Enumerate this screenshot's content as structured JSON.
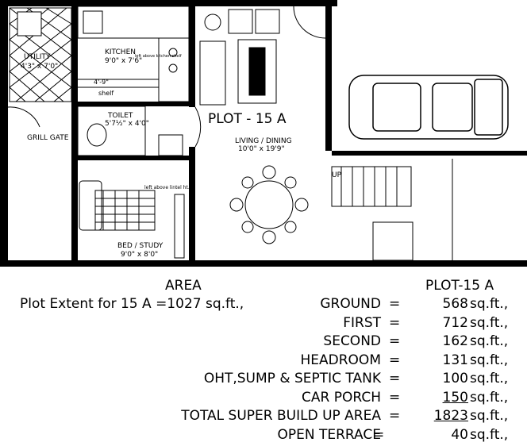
{
  "plan": {
    "plot_title": "PLOT - 15 A",
    "rooms": {
      "kitchen": {
        "name": "KITCHEN",
        "size": "9'0\" x 7'6\""
      },
      "utility": {
        "name": "UTILITY",
        "size": "4'3\" x 7'0\""
      },
      "living": {
        "name": "LIVING / DINING",
        "size": "10'0\" x 19'9\""
      },
      "toilet": {
        "name": "TOILET",
        "size": "5'7½\" x 4'0\""
      },
      "bed": {
        "name": "BED / STUDY",
        "size": "9'0\" x 8'0\""
      }
    },
    "notes": {
      "grill_gate": "GRILL GATE",
      "shelf": "shelf",
      "shelf_dim": "4'-9\"",
      "up": "UP",
      "kitchen_shelf": "left above kitchen shelf",
      "bed_shelf": "left above lintel ht."
    }
  },
  "area": {
    "heading": "AREA",
    "plot_label": "PLOT-15 A",
    "plot_extent": "Plot Extent for 15 A =1027 sq.ft.,",
    "rows": [
      {
        "label": "GROUND",
        "eq": "=",
        "value": "568",
        "unit": "sq.ft.,",
        "underline": false
      },
      {
        "label": "FIRST",
        "eq": "=",
        "value": "712",
        "unit": "sq.ft.,",
        "underline": false
      },
      {
        "label": "SECOND",
        "eq": "=",
        "value": "162",
        "unit": "sq.ft.,",
        "underline": false
      },
      {
        "label": "HEADROOM",
        "eq": "=",
        "value": "131",
        "unit": "sq.ft.,",
        "underline": false
      },
      {
        "label": "OHT,SUMP & SEPTIC TANK",
        "eq": "=",
        "value": "100",
        "unit": "sq.ft.,",
        "underline": false
      },
      {
        "label": "CAR PORCH",
        "eq": "=",
        "value": "150",
        "unit": "sq.ft.,",
        "underline": true
      },
      {
        "label": "TOTAL SUPER BUILD UP AREA",
        "eq": "=",
        "value": "1823",
        "unit": "sq.ft.,",
        "underline": true
      },
      {
        "label": "OPEN TERRACE",
        "eq": "=",
        "value": "40",
        "unit": "sq.ft.,",
        "underline": false
      }
    ]
  }
}
